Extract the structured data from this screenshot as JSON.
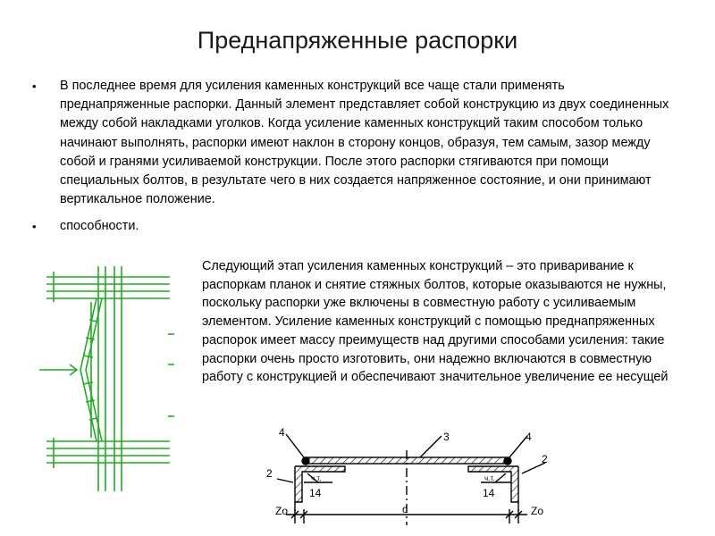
{
  "slide": {
    "title": "Преднапряженные распорки",
    "bullets": [
      "В последнее время для усиления каменных конструкций все чаще стали применять преднапряженные распорки. Данный элемент представляет собой конструкцию из двух соединенных между собой накладками уголков. Когда усиление каменных конструкций таким способом только начинают выполнять, распорки имеют наклон в сторону концов, образуя, тем самым, зазор между собой и гранями усиливаемой конструкции. После этого распорки стягиваются при помощи специальных болтов, в результате чего в них создается напряженное состояние, и они принимают вертикальное положение.",
      "способности."
    ],
    "paragraph": "Следующий этап усиления каменных конструкций – это приваривание к распоркам планок и снятие стяжных болтов, которые оказываются не нужны, поскольку распорки уже включены в совместную работу с усиливаемым элементом. Усиление каменных конструкций с помощью преднапряженных распорок имеет массу преимуществ над другими способами усиления: такие распорки очень просто изготовить, они надежно включаются в совместную работу с конструкцией и обеспечивают значительное увеличение ее несущей"
  },
  "figure": {
    "labels": {
      "top_left": "4",
      "top_center": "3",
      "top_right": "4",
      "side_left": "2",
      "side_right": "2",
      "weld_left": "ч.т.",
      "weld_right": "ч.т.",
      "size_left": "14",
      "size_right": "14",
      "gap_left": "Zo",
      "gap_right": "Zo",
      "span": "c"
    },
    "colors": {
      "left_drawing": "#22aa22",
      "bottom_drawing": "#000000"
    }
  }
}
